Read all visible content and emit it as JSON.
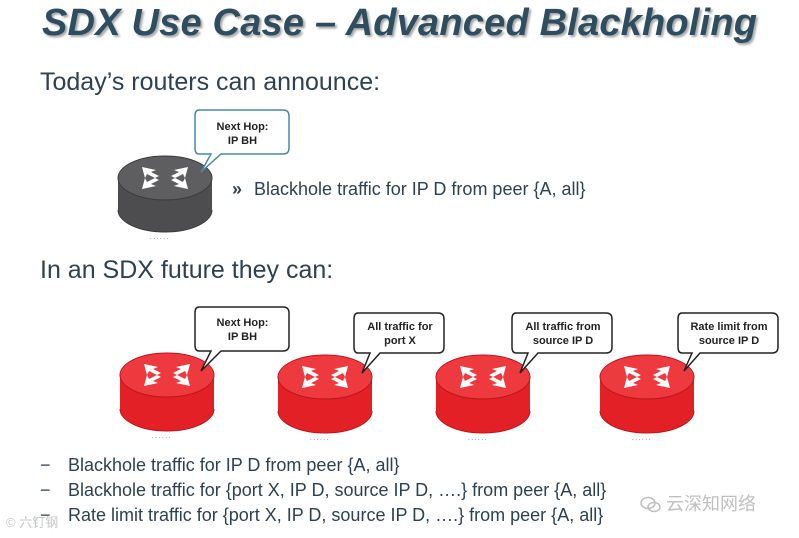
{
  "title": "SDX Use Case – Advanced Blackholing",
  "section1": {
    "heading": "Today’s routers can announce:",
    "bubble": "Next Hop:\nIP BH",
    "bullet_mark": "»",
    "bullet_text": "Blackhole traffic for IP D from peer {A, all}"
  },
  "section2": {
    "heading": "In an SDX future they can:",
    "bubbles": [
      "Next Hop:\nIP BH",
      "All traffic for\nport X",
      "All traffic from\nsource IP D",
      "Rate limit from\nsource IP D"
    ]
  },
  "list": {
    "dash": "−",
    "items": [
      "Blackhole traffic for IP D from peer {A, all}",
      "Blackhole traffic for {port X, IP D, source IP D, ….} from peer {A, all}",
      "Rate limit traffic  for {port X, IP D, source IP D, ….} from peer {A, all}"
    ]
  },
  "watermarks": {
    "left": "© 六́钉钢",
    "right": "云深知网络"
  },
  "colors": {
    "router_gray": "#4d4d4f",
    "router_red": "#e32026",
    "bubble_border": "#4a86a8"
  }
}
